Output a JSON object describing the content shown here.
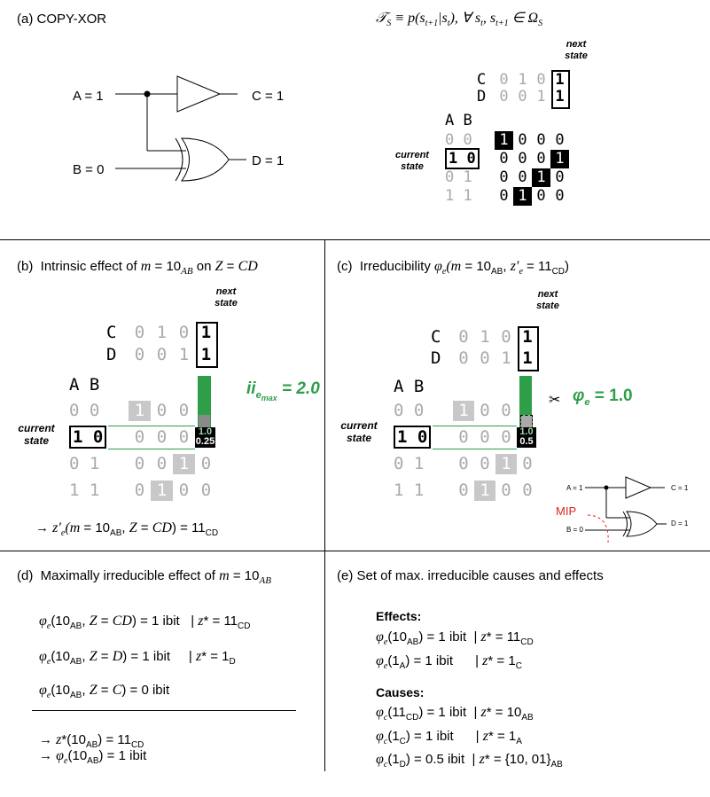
{
  "panel_a": {
    "title": "(a)  COPY-XOR",
    "formula": "𝒯_S ≡ p(s_{t+1}|s_t), ∀ s_t, s_{t+1} ∈ Ω_S",
    "in_a": "A = 1",
    "in_b": "B = 0",
    "out_c": "C = 1",
    "out_d": "D = 1",
    "next_state": "next\nstate",
    "current_state": "current\nstate",
    "row_c": "C",
    "row_d": "D",
    "ab": "A B",
    "c_vals": [
      "0",
      "1",
      "0",
      "1"
    ],
    "d_vals": [
      "0",
      "0",
      "1",
      "1"
    ],
    "states": [
      "0 0",
      "1 0",
      "0 1",
      "1 1"
    ],
    "matrix": [
      [
        "1",
        "0",
        "0",
        "0"
      ],
      [
        "0",
        "0",
        "0",
        "1"
      ],
      [
        "0",
        "0",
        "1",
        "0"
      ],
      [
        "0",
        "1",
        "0",
        "0"
      ]
    ]
  },
  "panel_b": {
    "title": "(b)  Intrinsic effect of m = 10_AB on Z = CD",
    "ii_label": "ii_emax = 2.0",
    "bar_top": "1.0",
    "bar_bottom": "0.25",
    "result": "→ z′_e(m = 10_AB, Z = CD) = 11_CD"
  },
  "panel_c": {
    "title": "(c)  Irreducibility φ_e(m = 10_AB, z′_e = 11_CD)",
    "phi_label": "φ_e = 1.0",
    "bar_top": "1.0",
    "bar_bottom": "0.5",
    "mip": "MIP",
    "mini_a": "A = 1",
    "mini_b": "B = 0",
    "mini_c": "C = 1",
    "mini_d": "D = 1"
  },
  "panel_d": {
    "title": "(d)  Maximally irreducible effect of m = 10_AB",
    "lines": [
      "φ_e(10_AB, Z = CD) = 1 ibit   | z* = 11_CD",
      "φ_e(10_AB, Z = D) = 1 ibit     | z* = 1_D",
      "φ_e(10_AB, Z = C) = 0 ibit"
    ],
    "res1": "→ z*(10_AB) = 11_CD",
    "res2": "→ φ_e(10_AB) = 1 ibit"
  },
  "panel_e": {
    "title": "(e)  Set of max. irreducible causes and effects",
    "effects_h": "Effects:",
    "effects": [
      "φ_e(10_AB) = 1 ibit  | z* = 11_CD",
      "φ_e(1_A) = 1 ibit      | z* = 1_C"
    ],
    "causes_h": "Causes:",
    "causes": [
      "φ_c(11_CD) = 1 ibit  | z* = 10_AB",
      "φ_c(1_C) = 1 ibit      | z* = 1_A",
      "φ_c(1_D) = 0.5 ibit  | z* = {10, 01}_AB"
    ]
  },
  "colors": {
    "green": "#2e9e48",
    "gray_cell": "#c8c8c8",
    "black": "#000000",
    "red": "#d9261c"
  }
}
